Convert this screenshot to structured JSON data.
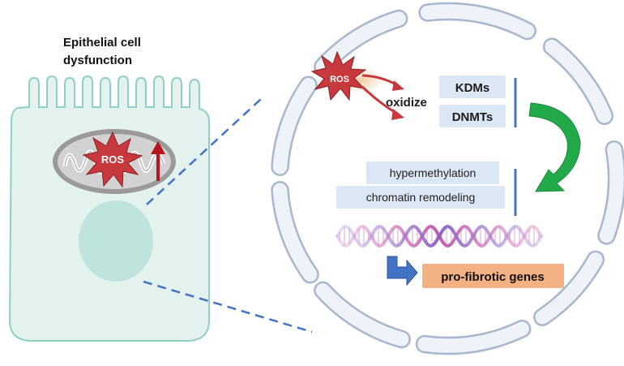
{
  "title_line1": "Epithelial cell",
  "title_line2": "dysfunction",
  "ros_mito": "ROS",
  "ros_nucleus": "ROS",
  "oxidize": "oxidize",
  "kdms": "KDMs",
  "dnmts": "DNMTs",
  "hypermethylation": "hypermethylation",
  "chromatin_remodeling": "chromatin remodeling",
  "pro_fibrotic_genes": "pro-fibrotic genes",
  "colors": {
    "cell_fill": "#e3f1ef",
    "cell_stroke": "#8fcfc4",
    "nucleus_fill": "#bfe3dd",
    "ros_red": "#c8393e",
    "mito_gray": "#c8c8c8",
    "label_box_blue": "#dce7f5",
    "accent_blue": "#4472c4",
    "green_arrow": "#21a94a",
    "gene_box_orange": "#f4b183",
    "dna_pink": "#cc6ab8",
    "dna_purple": "#9b6fc8",
    "ring_segment": "#eef3fa",
    "ring_stroke": "#a9b7cc"
  }
}
